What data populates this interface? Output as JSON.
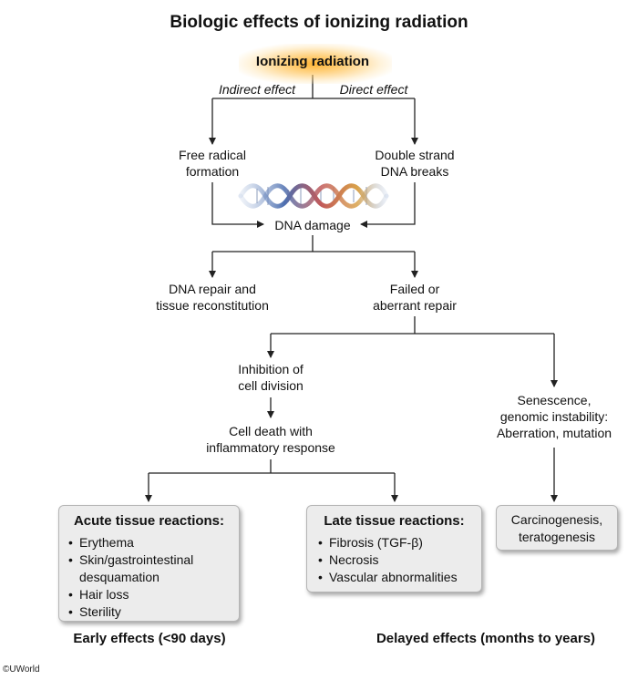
{
  "title": "Biologic effects of ionizing radiation",
  "root": "Ionizing radiation",
  "branches": {
    "indirect": "Indirect effect",
    "direct": "Direct effect"
  },
  "nodes": {
    "free_radical": [
      "Free radical",
      "formation"
    ],
    "dsb": [
      "Double strand",
      "DNA breaks"
    ],
    "dna_damage": "DNA damage",
    "repair": [
      "DNA repair and",
      "tissue reconstitution"
    ],
    "failed": [
      "Failed or",
      "aberrant repair"
    ],
    "inhibition": [
      "Inhibition of",
      "cell division"
    ],
    "cell_death": [
      "Cell death with",
      "inflammatory response"
    ],
    "senescence": [
      "Senescence,",
      "genomic instability:",
      "Aberration, mutation"
    ]
  },
  "boxes": {
    "acute": {
      "title": "Acute tissue reactions:",
      "items": [
        "Erythema",
        "Skin/gastrointestinal desquamation",
        "Hair loss",
        "Sterility"
      ]
    },
    "late": {
      "title": "Late tissue reactions:",
      "items": [
        "Fibrosis (TGF-β)",
        "Necrosis",
        "Vascular abnormalities"
      ]
    },
    "carcino": [
      "Carcinogenesis,",
      "teratogenesis"
    ]
  },
  "footers": {
    "early": "Early effects (<90 days)",
    "delayed": "Delayed effects (months to years)"
  },
  "copyright": "©UWorld",
  "colors": {
    "glow": "#ffb028",
    "box_fill": "#ececec",
    "arrow": "#222222"
  },
  "icons": {
    "dna": "dna-helix-icon"
  }
}
